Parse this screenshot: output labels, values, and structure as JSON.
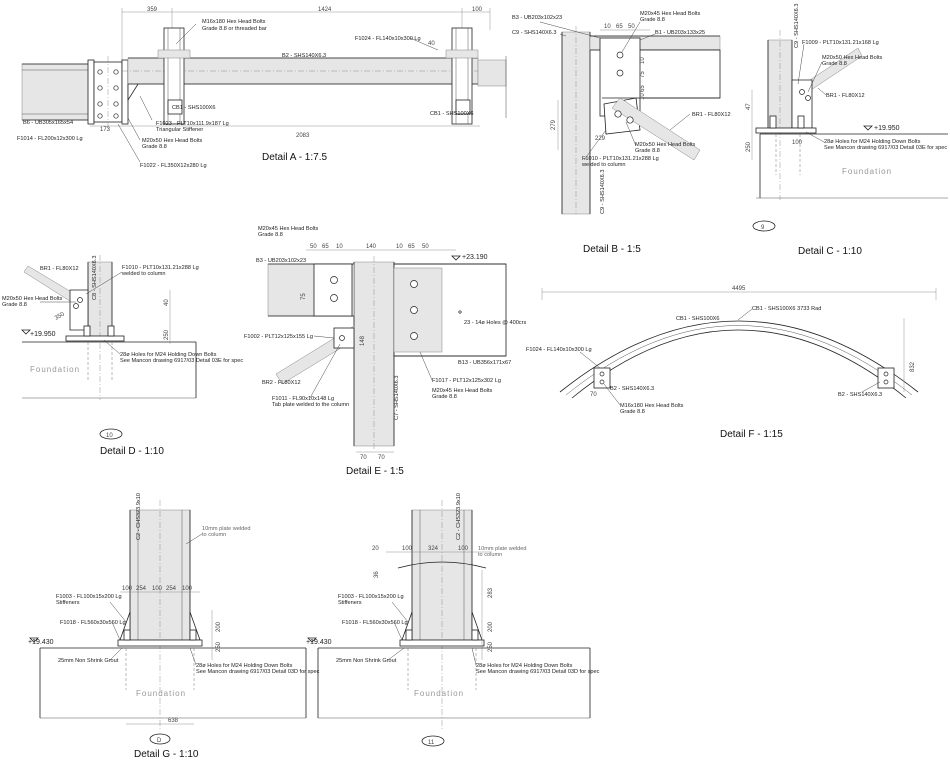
{
  "drawing": {
    "detail_a": {
      "title": "Detail A - 1:7.5",
      "dims": {
        "d1": "359",
        "d2": "1424",
        "d3": "100",
        "d4": "2083",
        "d5": "173",
        "d6": "40"
      },
      "labels": {
        "m16_bolts": "M16x180 Hex Head Bolts",
        "m16_bolts2": "Grade 8.8 or threaded bar",
        "b2": "B2 - SHS140X6.3",
        "f1024": "F1024 - FL140x10x300 Lg",
        "b6": "B6 - UB305x165x54",
        "cb1_a": "CB1 - SHS100X6",
        "cb1_b": "CB1 - SHS100X6",
        "f1023": "F1023 - PLT10x111.9x187 Lg",
        "f1023b": "Triangular Stiffener",
        "m20_a": "M20x50 Hex Head Bolts",
        "m20_a2": "Grade 8.8",
        "f1014": "F1014 - FL200x12x300 Lg",
        "f1022": "F1022 - FL350X12x280 Lg"
      }
    },
    "detail_b": {
      "title": "Detail B - 1:5",
      "dims": {
        "d1": "10",
        "d2": "65",
        "d3": "50",
        "d4": "10",
        "d5": "10",
        "d6": "75",
        "d7": "65",
        "d8": "229",
        "d9": "279"
      },
      "labels": {
        "b3": "B3 - UB203x102x23",
        "c9": "C9 - SHS140X6.3",
        "c9v": "C9 - SHS140X6.3",
        "m20_b": "M20x45 Hex Head Bolts",
        "m20_b2": "Grade 8.8",
        "b1": "B1 - UB203x133x25",
        "br1": "BR1 - FL80X12",
        "m20_b3": "M20x50 Hex Head Bolts",
        "m20_b4": "Grade 8.8",
        "f1010": "F1010 - PLT10x131.21x288 Lg",
        "f1010b": "welded to column"
      }
    },
    "detail_c": {
      "title": "Detail C - 1:10",
      "ref": "9",
      "dims": {
        "d1": "47",
        "d2": "100",
        "d3": "250"
      },
      "labels": {
        "c9": "C9 - SHS140X6.3",
        "f1009": "F1009 - PLT10x131.21x168 Lg",
        "m20": "M20x50 Hex Head Bolts",
        "m20b": "Grade 8.8",
        "br1": "BR1 - FL80X12",
        "level": "+19.950",
        "holes": "28ø Holes for M24 Holding Down Bolts",
        "holes2": "See Mancon drawing 6917/03 Detail 03E for spec",
        "foundation": "Foundation"
      }
    },
    "detail_d": {
      "title": "Detail D - 1:10",
      "ref": "10",
      "dims": {
        "d1": "350",
        "d2": "40",
        "d3": "250"
      },
      "labels": {
        "c8": "C8 - SHS140X6.3",
        "br1": "BR1 - FL80X12",
        "f1010": "F1010 - PLT10x131.21x288 Lg",
        "f1010b": "welded to column",
        "m20": "M20x50 Hex Head Bolts",
        "m20b": "Grade 8.8",
        "level": "+19.950",
        "holes": "28ø Holes for M24 Holding Down Bolts",
        "holes2": "See Mancon drawing 6917/03 Detail 03E for spec",
        "foundation": "Foundation"
      }
    },
    "detail_e": {
      "title": "Detail E - 1:5",
      "dims": {
        "d1": "50",
        "d2": "65",
        "d3": "10",
        "d4": "140",
        "d5": "10",
        "d6": "65",
        "d7": "50",
        "d8": "75",
        "d9": "148",
        "d10": "70",
        "d11": "70"
      },
      "labels": {
        "m20_e": "M20x45 Hex Head Bolts",
        "m20_e2": "Grade 8.8",
        "b3": "B3 - UB203x102x23",
        "level": "+23.190",
        "holes": "23 - 14ø Holes @ 400crs",
        "f1002": "F1002 - PLT12x125x155 Lg",
        "br2": "BR2 - FL80X12",
        "f1011": "F1011 - FL90x10x148 Lg",
        "f1011b": "Tab plate welded to the column",
        "c7": "C7 - SHS140X6.3",
        "b13": "B13 - UB356x171x67",
        "f1017": "F1017 - PLT12x125x302 Lg",
        "m20_e3": "M20x45 Hex Head Bolts",
        "m20_e4": "Grade 8.8"
      }
    },
    "detail_f": {
      "title": "Detail F - 1:15",
      "dims": {
        "d1": "4495",
        "d2": "832",
        "d3": "70"
      },
      "labels": {
        "cb1": "CB1 - SHS100X6 3733 Rad",
        "cb1b": "CB1 - SHS100X6",
        "f1024": "F1024 - FL140x10x300 Lg",
        "b2a": "B2 - SHS140X6.3",
        "b2b": "B2 - SHS140X6.3",
        "m16": "M16x180 Hex Head Bolts",
        "m16b": "Grade 8.8"
      }
    },
    "detail_g": {
      "title": "Detail G - 1:10",
      "ref_left": "D",
      "ref_right": "11",
      "dims": {
        "d1": "100",
        "d2": "254",
        "d3": "100",
        "d4": "254",
        "d5": "100",
        "d6": "200",
        "d7": "250",
        "d8": "638",
        "d9": "20",
        "d10": "100",
        "d11": "324",
        "d12": "100",
        "d13": "36",
        "d14": "283",
        "d15": "200",
        "d16": "250"
      },
      "labels": {
        "c2a": "C2 - CHS323.9x10",
        "c2b": "C2 - CHS323.9x10",
        "note_a": "10mm plate welded",
        "note_a2": "to column",
        "note_b": "10mm plate welded",
        "note_b2": "to column",
        "f1003a": "F1003 - FL100x15x200 Lg",
        "f1003a2": "Stiffeners",
        "f1003b": "F1003 - FL100x15x200 Lg",
        "f1003b2": "Stiffeners",
        "f1018a": "F1018 - FL560x30x560 Lg",
        "f1018b": "F1018 - FL560x30x560 Lg",
        "level_a": "+19.430",
        "level_b": "+19.430",
        "grout_a": "25mm Non Shrink Grout",
        "grout_b": "25mm Non Shrink Grout",
        "holes_a": "28ø Holes for M24 Holding Down Bolts",
        "holes_a2": "See Mancon drawing 6917/03 Detail 03D for spec",
        "holes_b": "28ø Holes for M24 Holding Down Bolts",
        "holes_b2": "See Mancon drawing 6917/03 Detail 03D for spec",
        "foundation_a": "Foundation",
        "foundation_b": "Foundation"
      }
    }
  }
}
